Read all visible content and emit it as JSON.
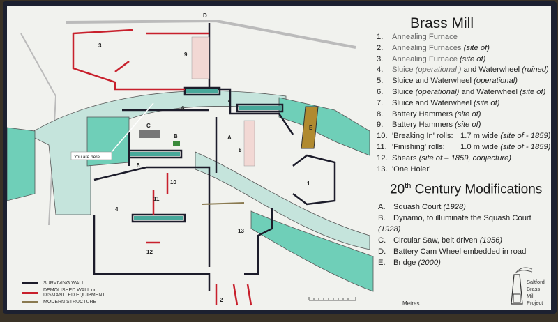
{
  "sign": {
    "title": "Brass Mill",
    "items": [
      {
        "num": "1.",
        "text": "Annealing Furnace",
        "note": ""
      },
      {
        "num": "2.",
        "text": "Annealing Furnaces",
        "note": "(site of)"
      },
      {
        "num": "3.",
        "text": "Annealing Furnace",
        "note": "(site of)"
      },
      {
        "num": "4.",
        "text": "Sluice",
        "note": "(operational )",
        "text2": "and Waterwheel",
        "note2": "(ruined)"
      },
      {
        "num": "5.",
        "text": "Sluice and Waterwheel",
        "note": "(operational)"
      },
      {
        "num": "6.",
        "text": "Sluice",
        "note": "(operational)",
        "text2": "and Waterwheel",
        "note2": "(site of)"
      },
      {
        "num": "7.",
        "text": "Sluice and Waterwheel",
        "note": "(site of)"
      },
      {
        "num": "8.",
        "text": "Battery Hammers",
        "note": "(site of)"
      },
      {
        "num": "9.",
        "text": "Battery Hammers",
        "note": "(site of)"
      },
      {
        "num": "10.",
        "text": "'Breaking In' rolls:",
        "text2": "1.7 m wide",
        "note": "(site of - 1859)"
      },
      {
        "num": "11.",
        "text": "'Finishing' rolls:",
        "text2": "1.0 m wide",
        "note": "(site of - 1859)"
      },
      {
        "num": "12.",
        "text": "Shears",
        "note": "(site of – 1859, conjecture)"
      },
      {
        "num": "13.",
        "text": "'One Holer'",
        "note": ""
      }
    ],
    "modifications_title": "20",
    "modifications_title_sup": "th",
    "modifications_title_rest": " Century Modifications",
    "modifications": [
      {
        "letter": "A.",
        "text": "Squash Court",
        "note": "(1928)"
      },
      {
        "letter": "B.",
        "text": "Dynamo, to illuminate the Squash Court",
        "note": "(1928)"
      },
      {
        "letter": "C.",
        "text": "Circular Saw, belt driven",
        "note": "(1956)"
      },
      {
        "letter": "D.",
        "text": "Battery Cam Wheel embedded in road",
        "note": ""
      },
      {
        "letter": "E.",
        "text": "Bridge",
        "note": "(2000)"
      }
    ],
    "legend": [
      {
        "label": "SURVIVING WALL",
        "color": "#1c1c2a"
      },
      {
        "label": "DEMOLISHED WALL or",
        "label2": "DISMANTLED EQUIPMENT",
        "color": "#c8202c"
      },
      {
        "label": "MODERN STRUCTURE",
        "color": "#8a7a50"
      }
    ],
    "scale_label": "Metres",
    "logo": [
      "Saltford",
      "Brass",
      "Mill",
      "Project"
    ],
    "map_labels": {
      "d": "D",
      "l3": "3",
      "l9": "9",
      "l7": "7",
      "l6": "6",
      "c": "C",
      "b": "B",
      "a": "A",
      "l8": "8",
      "e": "E",
      "l1": "1",
      "l5": "5",
      "l10": "10",
      "l11": "11",
      "l4": "4",
      "l12": "12",
      "l13": "13",
      "l2": "2",
      "you_are_here": "You are here"
    },
    "colors": {
      "river": "#6fcfb8",
      "river_light": "#c5e4dc",
      "wall": "#1c1c2a",
      "demolished": "#c8202c",
      "modern": "#8a7a50",
      "bridge": "#b08a30"
    }
  }
}
